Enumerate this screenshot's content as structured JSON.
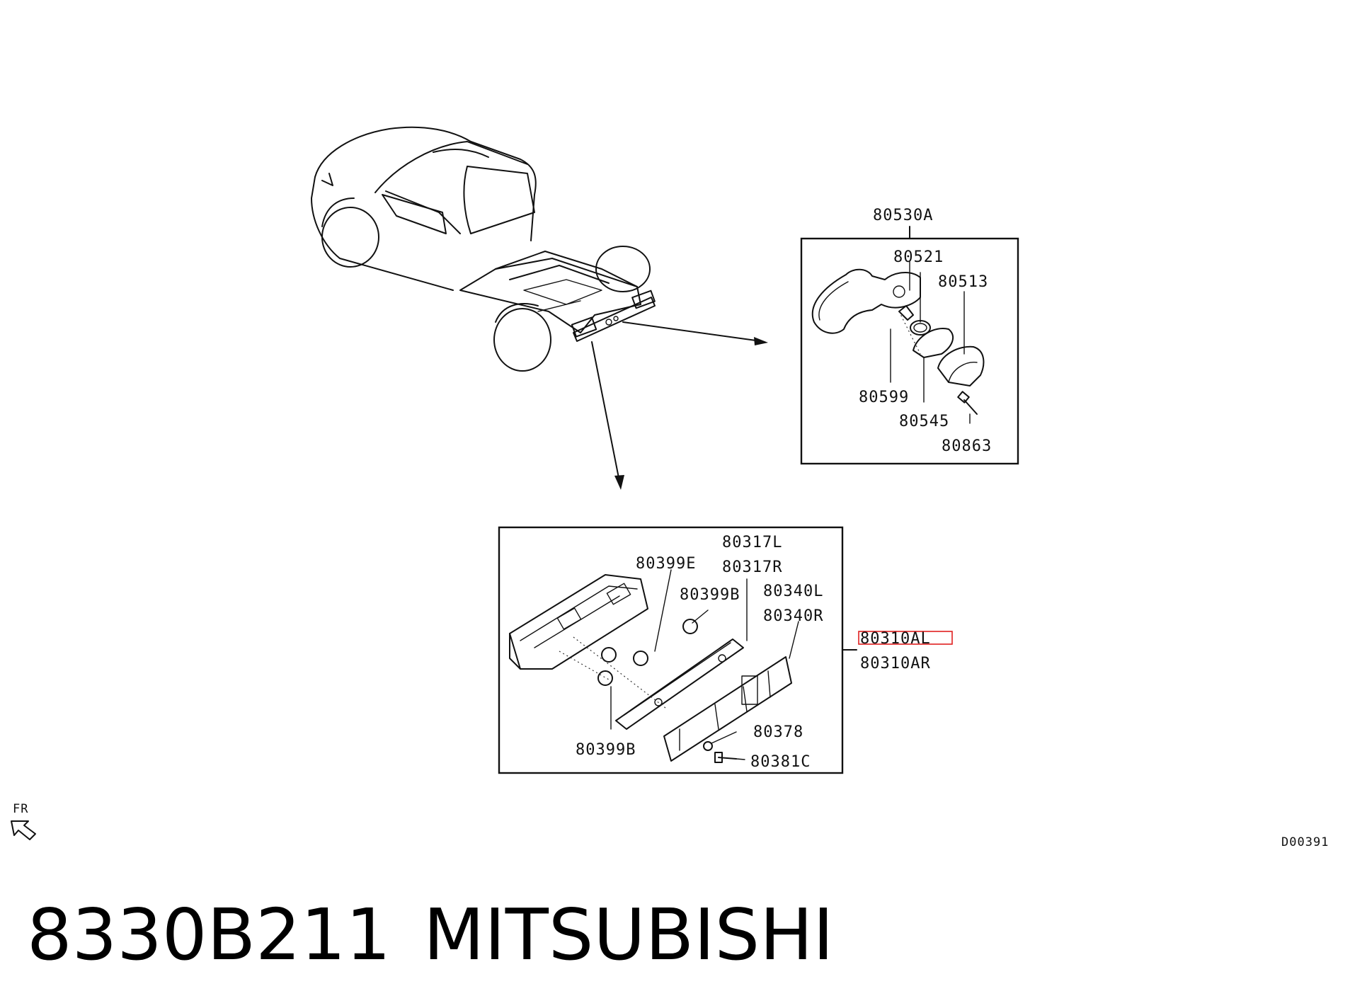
{
  "diagram": {
    "labels": {
      "l80530A": "80530A",
      "l80521": "80521",
      "l80513": "80513",
      "l80599": "80599",
      "l80545": "80545",
      "l80863": "80863",
      "l80317L": "80317L",
      "l80317R": "80317R",
      "l80399E": "80399E",
      "l80399B_top": "80399B",
      "l80340L": "80340L",
      "l80340R": "80340R",
      "l80310AL": "80310AL",
      "l80310AR": "80310AR",
      "l80378": "80378",
      "l80381C": "80381C",
      "l80399B_bottom": "80399B"
    },
    "direction_label": "FR",
    "drawing_code": "D00391",
    "highlight_color": "#e02020"
  },
  "footer": {
    "part_number": "8330B211",
    "brand": "MITSUBISHI"
  }
}
